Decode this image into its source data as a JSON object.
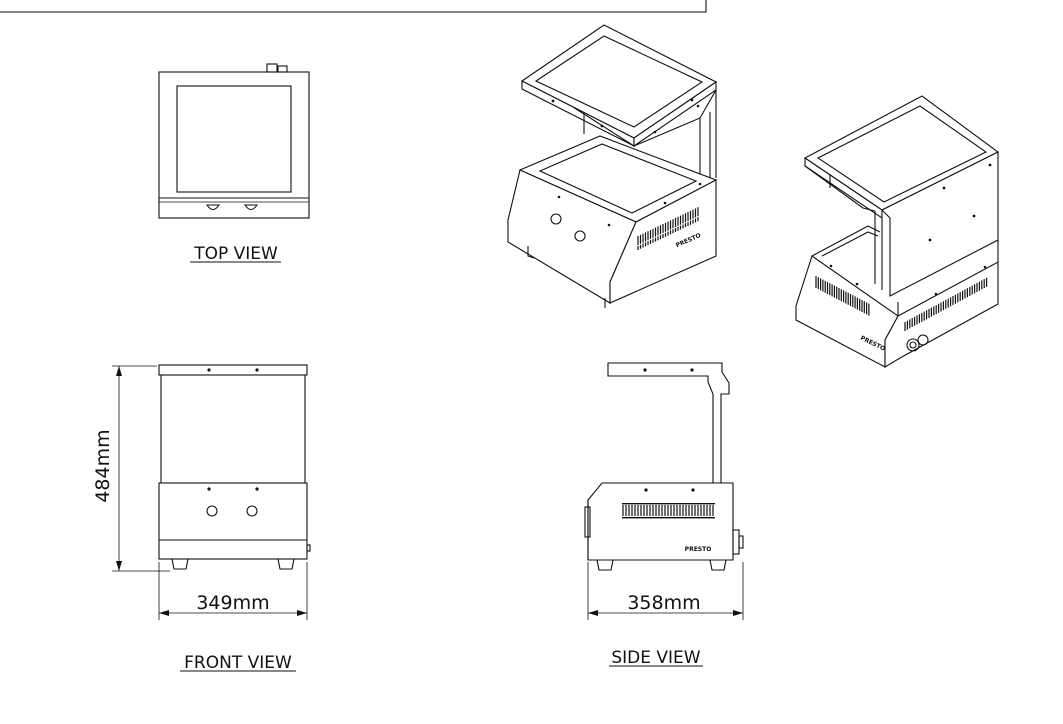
{
  "views": {
    "top": "TOP VIEW",
    "front": "FRONT VIEW",
    "side": "SIDE VIEW"
  },
  "dimensions": {
    "height": "484mm",
    "width": "349mm",
    "depth": "358mm"
  },
  "brand": "PRESTO",
  "colors": {
    "line": "#111111",
    "background": "#ffffff"
  }
}
